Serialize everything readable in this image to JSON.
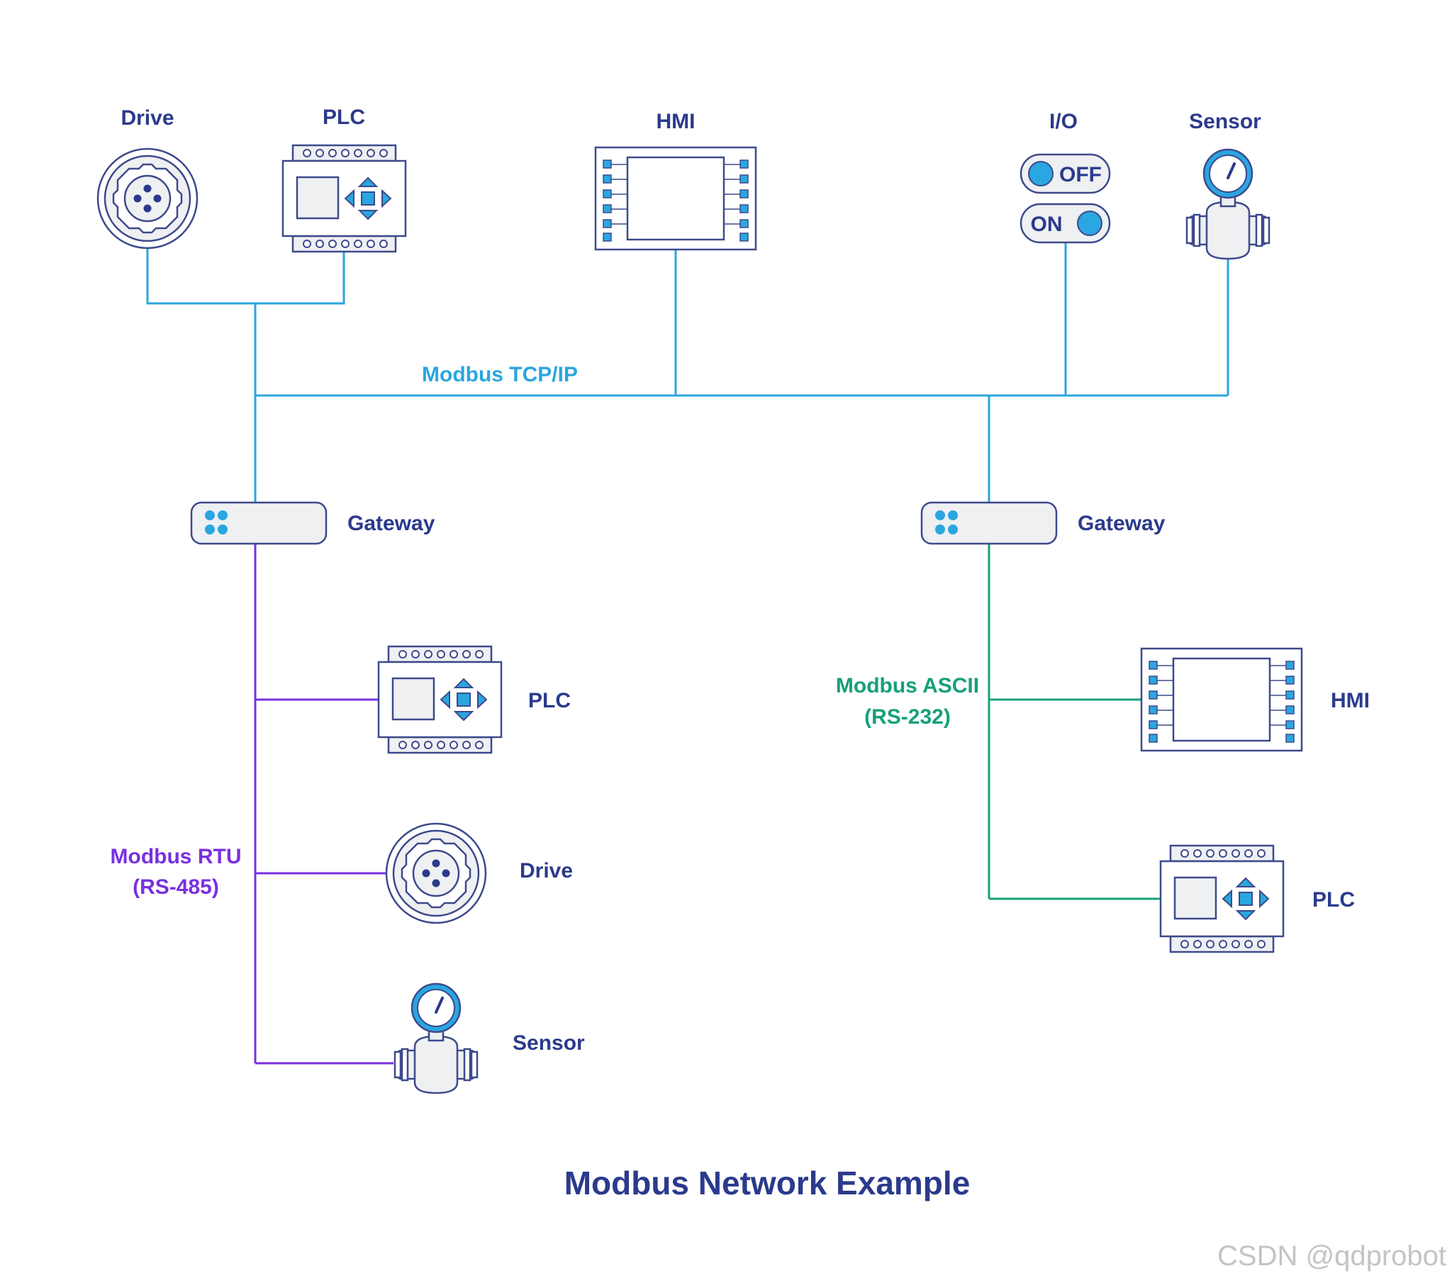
{
  "diagram": {
    "title": "Modbus Network Example",
    "watermark": "CSDN @qdprobot",
    "colors": {
      "tcp": "#2aa6e0",
      "rtu": "#7a2fe0",
      "ascii": "#16a07a",
      "label": "#2b3a8c"
    },
    "networks": {
      "tcp": {
        "label": "Modbus TCP/IP"
      },
      "rtu": {
        "label_line1": "Modbus RTU",
        "label_line2": "(RS-485)"
      },
      "ascii": {
        "label_line1": "Modbus ASCII",
        "label_line2": "(RS-232)"
      }
    },
    "top_devices": {
      "drive": "Drive",
      "plc": "PLC",
      "hmi": "HMI",
      "io": "I/O",
      "io_off": "OFF",
      "io_on": "ON",
      "sensor": "Sensor"
    },
    "gateways": {
      "left": "Gateway",
      "right": "Gateway"
    },
    "rtu_devices": {
      "plc": "PLC",
      "drive": "Drive",
      "sensor": "Sensor"
    },
    "ascii_devices": {
      "hmi": "HMI",
      "plc": "PLC"
    }
  }
}
